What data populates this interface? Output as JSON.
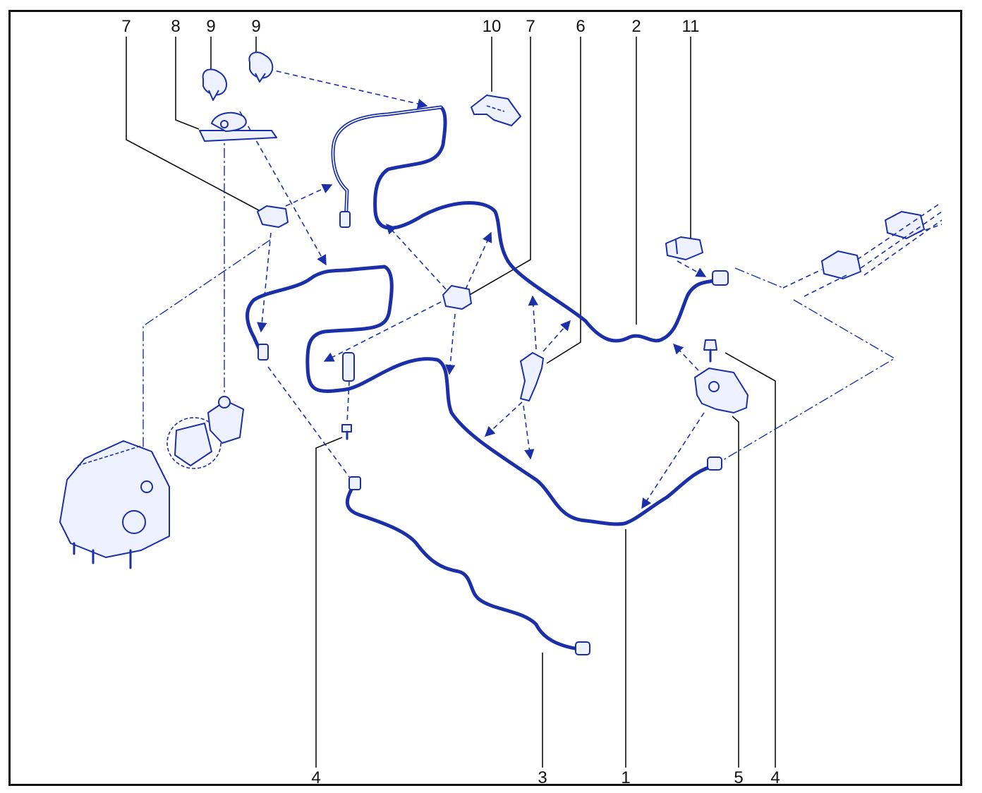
{
  "diagram": {
    "colors": {
      "line": "#1a2fa8",
      "frame": "#111111",
      "background": "#ffffff"
    },
    "callouts_top": [
      "7",
      "8",
      "9",
      "9",
      "10",
      "7",
      "6",
      "2",
      "11"
    ],
    "callouts_bottom": [
      "4",
      "3",
      "1",
      "5",
      "4"
    ]
  }
}
